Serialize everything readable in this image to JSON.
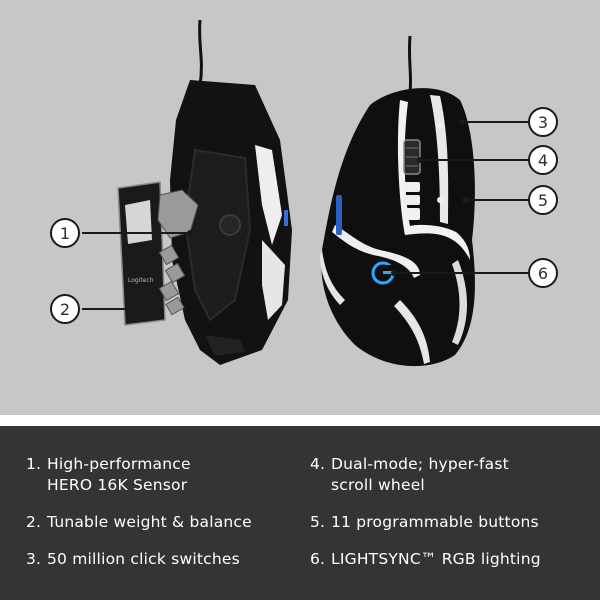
{
  "colors": {
    "hero_background": "#c7c7c7",
    "specs_background": "#333436",
    "text_on_dark": "#ffffff",
    "callout_circle": "#ffffff",
    "callout_line": "#1a1a1a",
    "mouse_body": "#101010",
    "mouse_trim": "#f2f2f2",
    "logo_glow": "#2aa9ff"
  },
  "hero": {
    "image": "logitech-g502-se-hero-mouse",
    "weights_label": "Logitech",
    "callouts": [
      {
        "number": "1"
      },
      {
        "number": "2"
      },
      {
        "number": "3"
      },
      {
        "number": "4"
      },
      {
        "number": "5"
      },
      {
        "number": "6"
      }
    ],
    "logo": "G"
  },
  "specs": {
    "items": [
      {
        "number": "1.",
        "line1": "High-performance",
        "line2": "HERO 16K Sensor"
      },
      {
        "number": "2.",
        "line1": "Tunable weight & balance",
        "line2": ""
      },
      {
        "number": "3.",
        "line1": "50 million click switches",
        "line2": ""
      },
      {
        "number": "4.",
        "line1": "Dual-mode; hyper-fast",
        "line2": "scroll wheel"
      },
      {
        "number": "5.",
        "line1": "11 programmable buttons",
        "line2": ""
      },
      {
        "number": "6.",
        "line1": "LIGHTSYNC™ RGB lighting",
        "line2": ""
      }
    ]
  }
}
